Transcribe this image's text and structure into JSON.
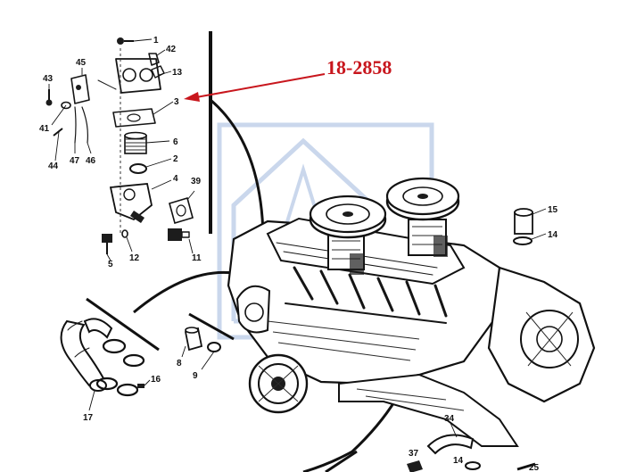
{
  "diagram": {
    "part_number": "18-2858",
    "callouts": {
      "c1": "1",
      "c42": "42",
      "c13": "13",
      "c45": "45",
      "c43": "43",
      "c3": "3",
      "c41": "41",
      "c47": "47",
      "c46": "46",
      "c44": "44",
      "c6": "6",
      "c2": "2",
      "c4": "4",
      "c39": "39",
      "c5": "5",
      "c12": "12",
      "c11": "11",
      "c15": "15",
      "c14a": "14",
      "c8": "8",
      "c9": "9",
      "c16": "16",
      "c17": "17",
      "c34": "34",
      "c37": "37",
      "c14b": "14",
      "c25": "25"
    },
    "colors": {
      "annotation_red": "#c8161d",
      "watermark_blue": "#9fb8de",
      "ink": "#151515"
    }
  }
}
